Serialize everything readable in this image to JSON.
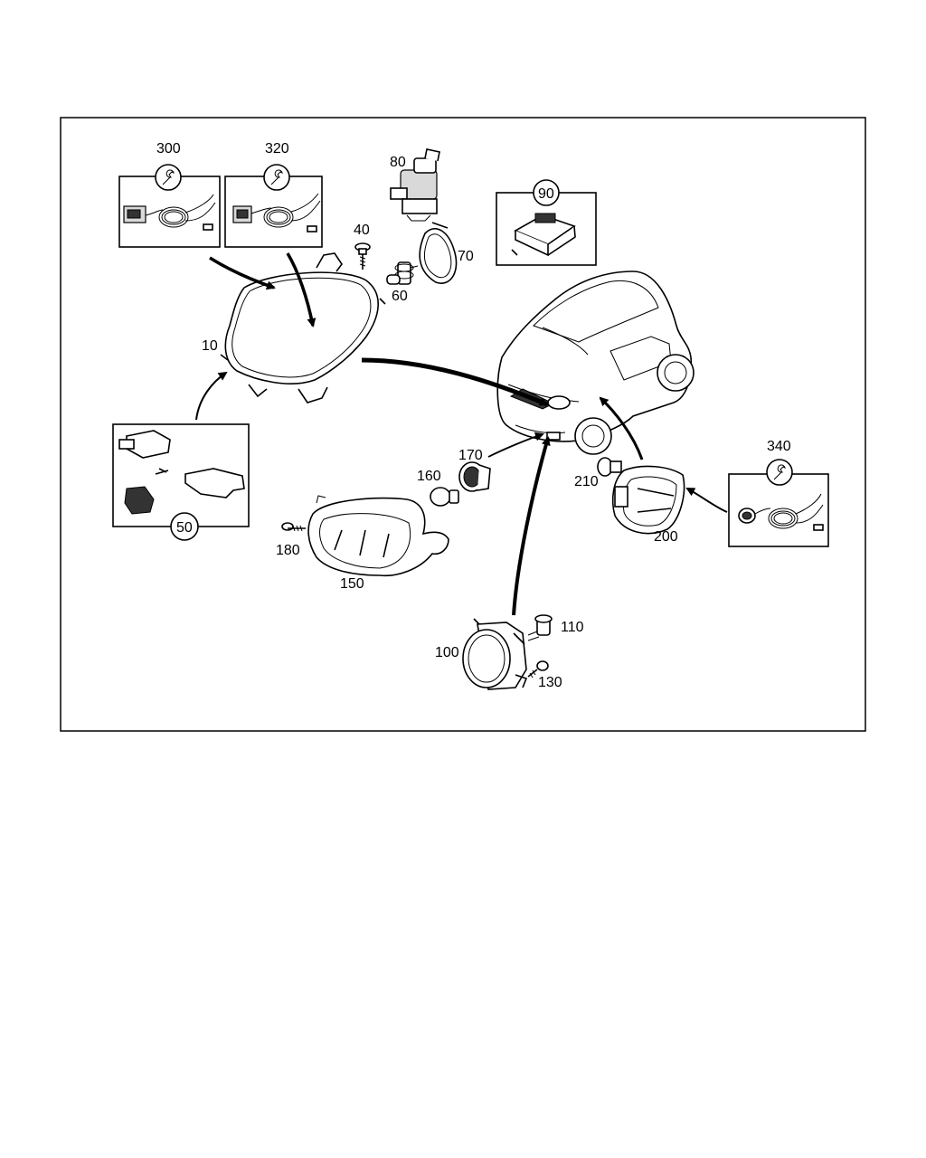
{
  "diagram": {
    "callouts": {
      "c10": "10",
      "c40": "40",
      "c50": "50",
      "c60": "60",
      "c70": "70",
      "c80": "80",
      "c90": "90",
      "c100": "100",
      "c110": "110",
      "c130": "130",
      "c150": "150",
      "c160": "160",
      "c170": "170",
      "c180": "180",
      "c200": "200",
      "c210": "210",
      "c300": "300",
      "c320": "320",
      "c340": "340"
    },
    "icons": {
      "wrench": "wrench-icon"
    }
  }
}
